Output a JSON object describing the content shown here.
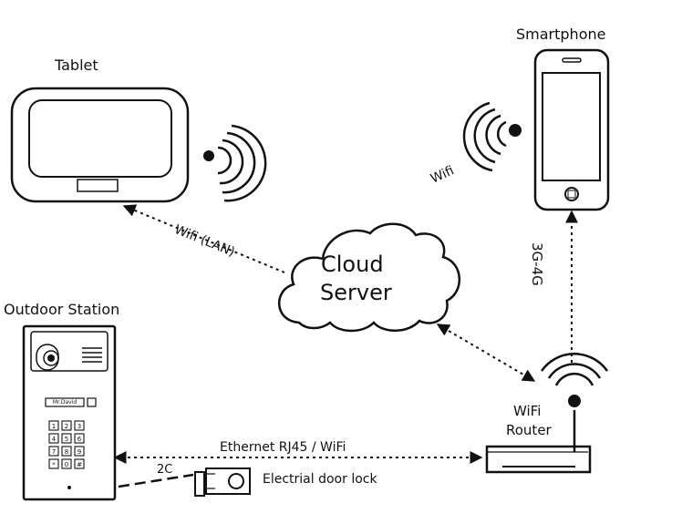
{
  "labels": {
    "tablet": "Tablet",
    "smartphone": "Smartphone",
    "outdoor_station": "Outdoor Station",
    "cloud_line1": "Cloud",
    "cloud_line2": "Server",
    "router_line1": "WiFi",
    "router_line2": "Router",
    "link_tablet_cloud": "Wifi (LAN)",
    "link_phone_wifi": "Wifi",
    "link_router_phone": "3G-4G",
    "link_station_router": "Ethernet RJ45 / WiFi",
    "link_station_lock": "2C",
    "door_lock": "Electrial door lock"
  },
  "outdoor_station": {
    "name_display": "Mr.David",
    "keypad": [
      "1",
      "2",
      "3",
      "4",
      "5",
      "6",
      "7",
      "8",
      "9",
      "*",
      "0",
      "#"
    ]
  },
  "colors": {
    "ink": "#111111",
    "background": "#ffffff"
  }
}
